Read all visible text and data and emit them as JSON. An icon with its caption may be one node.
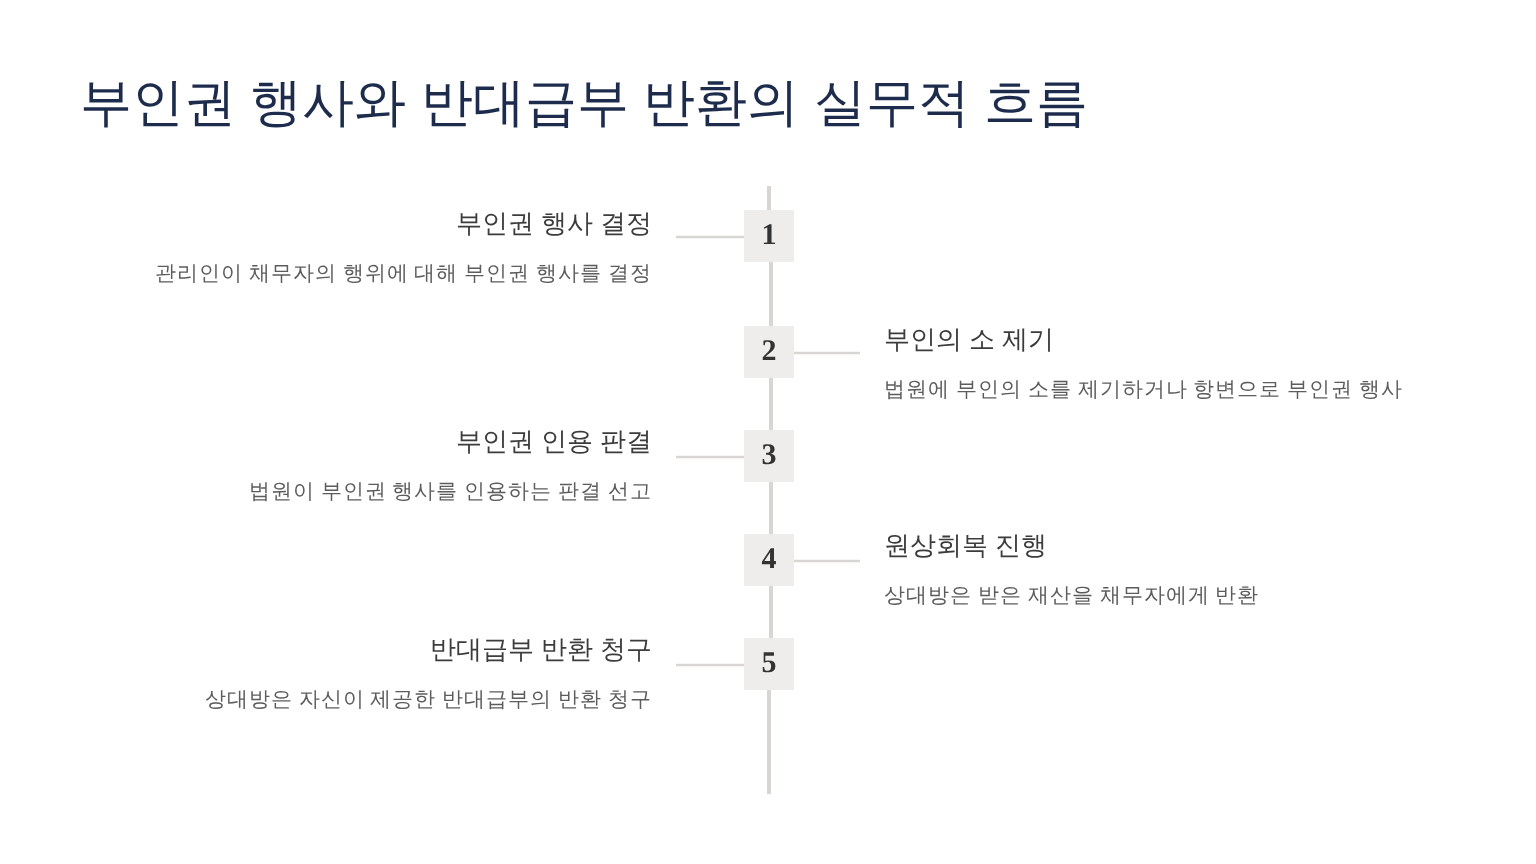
{
  "diagram": {
    "title": "부인권 행사와 반대급부 반환의 실무적 흐름",
    "nodes": [
      {
        "text": [
          "1"
        ]
      },
      {
        "text": [
          "부인권 행사 결정",
          "관리인이 채무자의 행위에 대해 부인권 행사를 결정"
        ]
      },
      {
        "text": [
          "2"
        ]
      },
      {
        "text": [
          "부인의 소 제기",
          "법원에 부인의 소를 제기하거나 항변으로 부인권 행사"
        ]
      },
      {
        "text": [
          "3"
        ]
      },
      {
        "text": [
          "부인권 인용 판결",
          "법원이 부인권 행사를 인용하는 판결 선고"
        ]
      },
      {
        "text": [
          "4"
        ]
      },
      {
        "text": [
          "원상회복 진행",
          "상대방은 받은 재산을 채무자에게 반환"
        ]
      },
      {
        "text": [
          "5"
        ]
      },
      {
        "text": [
          "반대급부 반환 청구",
          "상대방은 자신이 제공한 반대급부의 반환 청구"
        ]
      }
    ],
    "edges": [
      {
        "from": 0,
        "to": 1,
        "arrow": "none"
      },
      {
        "from": 0,
        "to": 2,
        "arrow": "none"
      },
      {
        "from": 2,
        "to": 3,
        "arrow": "none"
      },
      {
        "from": 2,
        "to": 4,
        "arrow": "none"
      },
      {
        "from": 4,
        "to": 5,
        "arrow": "none"
      },
      {
        "from": 4,
        "to": 6,
        "arrow": "none"
      },
      {
        "from": 6,
        "to": 7,
        "arrow": "none"
      },
      {
        "from": 6,
        "to": 8,
        "arrow": "none"
      },
      {
        "from": 8,
        "to": 9,
        "arrow": "none"
      }
    ]
  }
}
